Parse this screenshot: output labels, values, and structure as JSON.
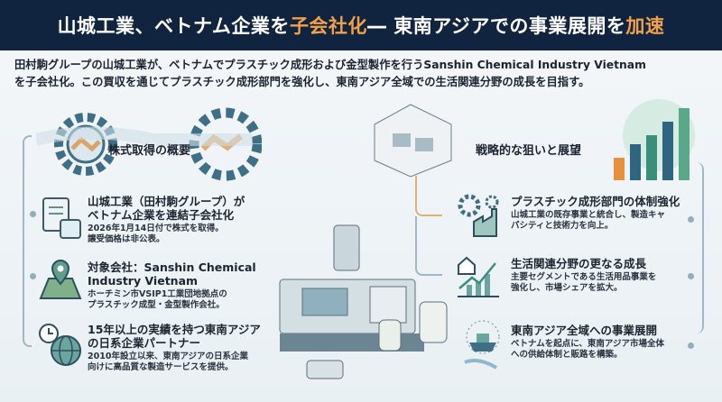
{
  "header": {
    "title_a": "山城工業、ベトナム企業を",
    "title_b": "子会社化",
    "title_c": " ― 東南アジアでの事業展開を",
    "title_d": "加速",
    "accent": "#f2a14a",
    "bg": "#10233f"
  },
  "intro": {
    "line1": "田村駒グループの山城工業が、ベトナムでプラスチック成形および金型製作を行うSanshin Chemical Industry Vietnam",
    "line2": "を子会社化。この買収を通じてプラスチック成形部門を強化し、東南アジア全域での生活関連分野の成長を目指す。"
  },
  "left": {
    "section_title": "株式取得の概要",
    "items": [
      {
        "title1": "山城工業（田村駒グループ）が",
        "title2": "ベトナム企業を連結子会社化",
        "desc1": "2026年1月14日付で株式を取得。",
        "desc2": "譲受価格は非公表。"
      },
      {
        "title1": "対象会社：Sanshin Chemical",
        "title2": "Industry Vietnam",
        "desc1": "ホーチミン市VSIP1工業団地拠点の",
        "desc2": "プラスチック成型・金型製作会社。"
      },
      {
        "title1": "15年以上の実績を持つ東南アジア",
        "title2": "の日系企業パートナー",
        "desc1": "2010年設立以来、東南アジアの日系企業",
        "desc2": "向けに高品質な製造サービスを提供。"
      }
    ]
  },
  "right": {
    "section_title": "戦略的な狙いと展望",
    "items": [
      {
        "title": "プラスチック成形部門の体制強化",
        "desc1": "山城工業の既存事業と統合し、製造キャ",
        "desc2": "パシティと技術力を向上。"
      },
      {
        "title": "生活関連分野の更なる成長",
        "desc1": "主要セグメントである生活用品事業を",
        "desc2": "強化し、市場シェアを拡大。"
      },
      {
        "title": "東南アジア全域への事業展開",
        "desc1": "ベトナムを起点に、東南アジア市場全体",
        "desc2": "への供給体制と販路を構築。"
      }
    ]
  }
}
